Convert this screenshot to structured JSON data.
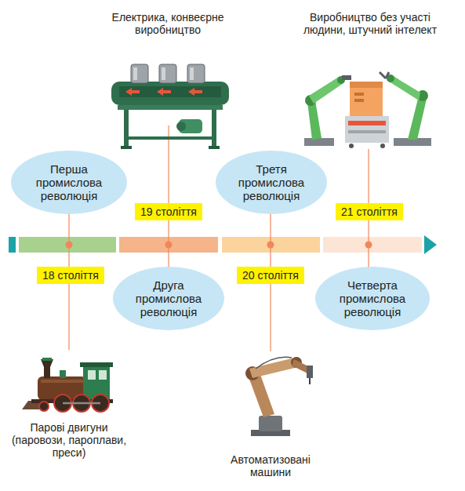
{
  "diagram": {
    "nodes": [
      {
        "text": [
          "Перша промислова революція"
        ]
      },
      {
        "text": [
          "18 століття"
        ]
      },
      {
        "text": [
          "19 століття"
        ]
      },
      {
        "text": [
          "Друга промислова революція"
        ]
      },
      {
        "text": [
          "Третя промислова революція"
        ]
      },
      {
        "text": [
          "20 століття"
        ]
      },
      {
        "text": [
          "21 століття"
        ]
      },
      {
        "text": [
          "Четверта промислова революція"
        ]
      }
    ],
    "labels": [
      "Парові двигуни (паровози, пароплави, преси)",
      "Електрика, конвеєрне виробництво",
      "Автоматизовані машини",
      "Виробництво без участі людини, штучний інтелект"
    ]
  }
}
